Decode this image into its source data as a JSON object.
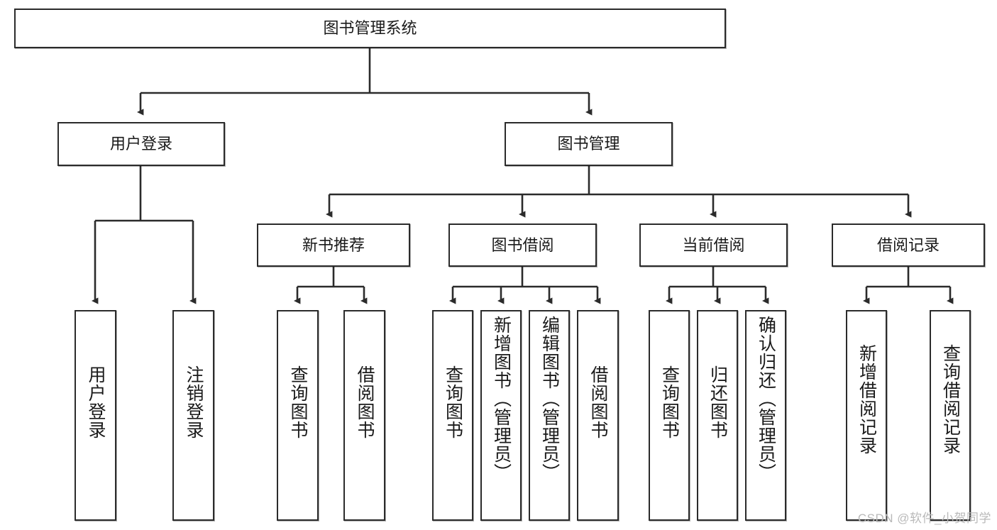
{
  "diagram": {
    "title": "图书管理系统",
    "type": "tree-hierarchy-diagram",
    "root": {
      "label": "图书管理系统"
    },
    "level1": [
      {
        "label": "用户登录"
      },
      {
        "label": "图书管理"
      }
    ],
    "level2": [
      {
        "label": "新书推荐"
      },
      {
        "label": "图书借阅"
      },
      {
        "label": "当前借阅"
      },
      {
        "label": "借阅记录"
      }
    ],
    "leaves": {
      "user_login": [
        {
          "label": "用户登录"
        },
        {
          "label": "注销登录"
        }
      ],
      "new_book_recommend": [
        {
          "label": "查询图书"
        },
        {
          "label": "借阅图书"
        }
      ],
      "book_borrow": [
        {
          "label": "查询图书"
        },
        {
          "label": "新增图书（管理员）"
        },
        {
          "label": "编辑图书（管理员）"
        },
        {
          "label": "借阅图书"
        }
      ],
      "current_borrow": [
        {
          "label": "查询图书"
        },
        {
          "label": "归还图书"
        },
        {
          "label": "确认归还（管理员）"
        }
      ],
      "borrow_records": [
        {
          "label": "新增借阅记录"
        },
        {
          "label": "查询借阅记录"
        }
      ]
    }
  },
  "watermark": {
    "text": "CSDN @软件_小贺同学"
  },
  "colors": {
    "border": "#2b2b2b",
    "background": "#ffffff",
    "text": "#1a1a1a",
    "watermark": "#b9b9b9"
  }
}
